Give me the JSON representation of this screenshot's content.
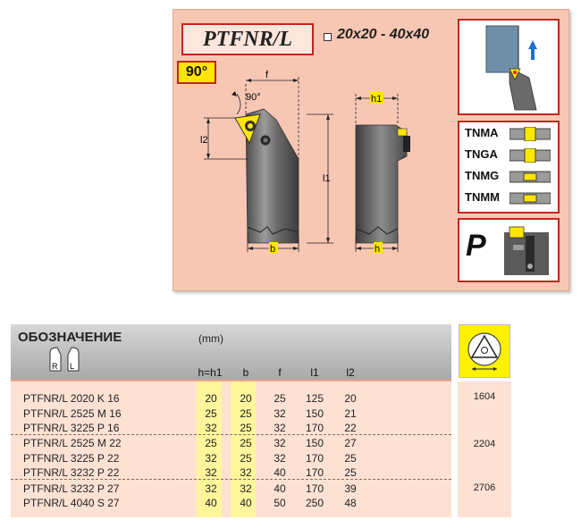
{
  "product": {
    "code": "PTFNR/L",
    "size_range": "20x20 - 40x40",
    "angle": "90°"
  },
  "drawing": {
    "dim_f": "f",
    "dim_angle": "90°",
    "dim_l2": "l2",
    "dim_l1": "l1",
    "dim_b": "b",
    "dim_h1": "h1",
    "dim_h": "h"
  },
  "inserts": [
    "TNMA",
    "TNGA",
    "TNMG",
    "TNMM"
  ],
  "clamp_system": "P",
  "table": {
    "title": "ОБОЗНАЧЕНИЕ",
    "unit": "(mm)",
    "hand_labels": [
      "R",
      "L"
    ],
    "columns": [
      "h=h1",
      "b",
      "f",
      "l1",
      "l2"
    ],
    "rows": [
      {
        "code": "PTFNR/L  2020  K  16",
        "h": "20",
        "b": "20",
        "f": "25",
        "l1": "125",
        "l2": "20"
      },
      {
        "code": "PTFNR/L  2525  M  16",
        "h": "25",
        "b": "25",
        "f": "32",
        "l1": "150",
        "l2": "21"
      },
      {
        "code": "PTFNR/L  3225  P  16",
        "h": "32",
        "b": "25",
        "f": "32",
        "l1": "170",
        "l2": "22"
      },
      {
        "code": "PTFNR/L  2525  M  22",
        "h": "25",
        "b": "25",
        "f": "32",
        "l1": "150",
        "l2": "27"
      },
      {
        "code": "PTFNR/L  3225  P  22",
        "h": "32",
        "b": "25",
        "f": "32",
        "l1": "170",
        "l2": "25"
      },
      {
        "code": "PTFNR/L  3232  P  22",
        "h": "32",
        "b": "32",
        "f": "40",
        "l1": "170",
        "l2": "25"
      },
      {
        "code": "PTFNR/L  3232  P  27",
        "h": "32",
        "b": "32",
        "f": "40",
        "l1": "170",
        "l2": "39"
      },
      {
        "code": "PTFNR/L  4040  S  27",
        "h": "40",
        "b": "40",
        "f": "50",
        "l1": "250",
        "l2": "48"
      }
    ],
    "insert_codes": [
      "1604",
      "2204",
      "2706"
    ]
  }
}
